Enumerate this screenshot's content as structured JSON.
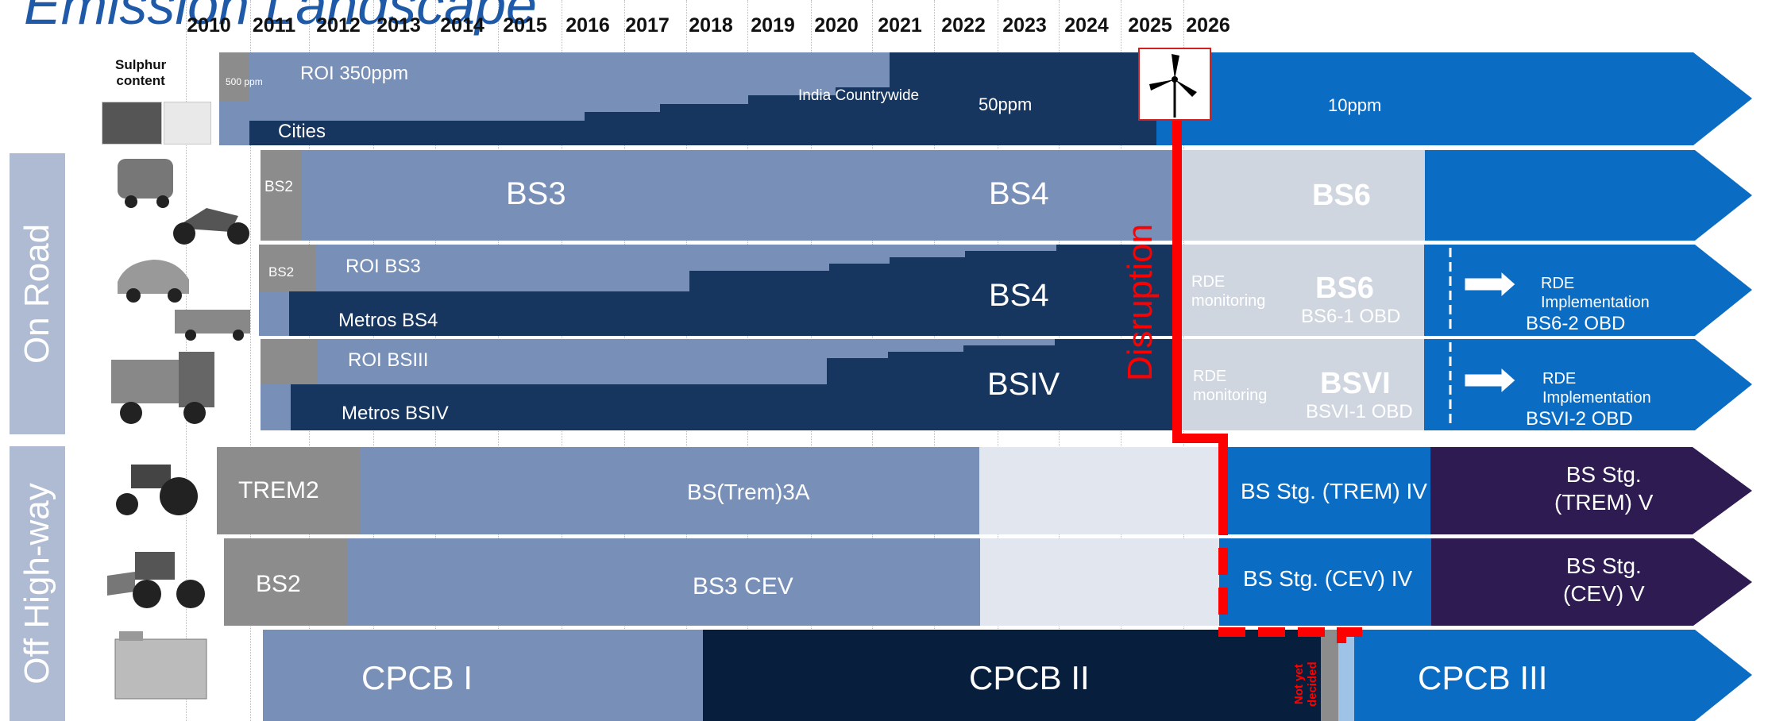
{
  "title": "Emission Landscape",
  "years": [
    "2010",
    "2011",
    "2012",
    "2013",
    "2014",
    "2015",
    "2016",
    "2017",
    "2018",
    "2019",
    "2020",
    "2021",
    "2022",
    "2023",
    "2024",
    "2025",
    "2026"
  ],
  "side": {
    "on_road": "On Road",
    "off_highway": "Off High-way"
  },
  "sulphur": {
    "label_line1": "Sulphur",
    "label_line2": "content",
    "s500": "500 ppm",
    "roi": "ROI 350ppm",
    "cities": "Cities",
    "india": "India Countrywide",
    "p50": "50ppm",
    "p10": "10ppm"
  },
  "disruption": "Disruption",
  "rows": {
    "r1": {
      "bs2": "BS2",
      "bs3": "BS3",
      "bs4": "BS4",
      "bs6": "BS6"
    },
    "r2": {
      "bs2": "BS2",
      "roi": "ROI BS3",
      "metros": "Metros BS4",
      "bs4": "BS4",
      "rde1": "RDE",
      "rde2": "monitoring",
      "bs6": "BS6",
      "obd1": "BS6-1 OBD",
      "rdei1": "RDE",
      "rdei2": "Implementation",
      "obd2": "BS6-2 OBD"
    },
    "r3": {
      "roi": "ROI BSIII",
      "metros": "Metros BSIV",
      "bsiv": "BSIV",
      "rde1": "RDE",
      "rde2": "monitoring",
      "bsvi": "BSVI",
      "obd1": "BSVI-1 OBD",
      "rdei1": "RDE",
      "rdei2": "Implementation",
      "obd2": "BSVI-2 OBD"
    },
    "r4": {
      "trem2": "TREM2",
      "trem3a": "BS(Trem)3A",
      "stg4": "BS Stg. (TREM) IV",
      "stg5a": "BS Stg.",
      "stg5b": "(TREM) V"
    },
    "r5": {
      "bs2": "BS2",
      "bs3cev": "BS3 CEV",
      "stg4": "BS Stg. (CEV) IV",
      "stg5a": "BS Stg.",
      "stg5b": "(CEV) V"
    },
    "r6": {
      "cpcb1": "CPCB I",
      "cpcb2": "CPCB II",
      "nyd1": "Not yet",
      "nyd2": "decided",
      "cpcb3": "CPCB III"
    }
  },
  "colors": {
    "light": "#7890b8",
    "dark": "#17365f",
    "grey": "#8c8c8c",
    "pale": "#cfd6e0",
    "blue": "#0b6cc4",
    "purple": "#2e1b52",
    "red": "#ff0000"
  }
}
